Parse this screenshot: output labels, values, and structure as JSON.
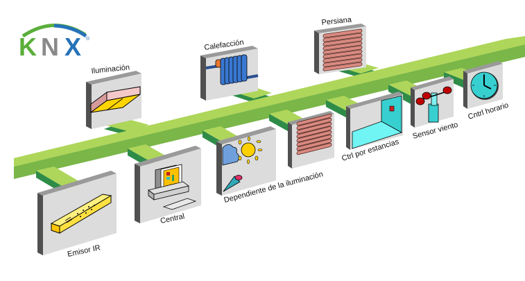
{
  "logo": {
    "letters": [
      "K",
      "N",
      "X"
    ],
    "registered": "®",
    "colors": {
      "green": "#5aae3a",
      "gray": "#8a8a8a",
      "blue": "#2572b8"
    }
  },
  "bus": {
    "colors": {
      "top": "#aed65a",
      "side": "#2e8c48",
      "mid": "#7ab648"
    }
  },
  "devices": {
    "iluminacion": {
      "label": "Iluminación",
      "icon": "ceiling-lamp-icon"
    },
    "calefaccion": {
      "label": "Calefacción",
      "icon": "radiator-icon"
    },
    "persiana": {
      "label": "Persiana",
      "icon": "blind-icon"
    },
    "emisor_ir": {
      "label": "Emisor IR",
      "icon": "ir-remote-icon"
    },
    "central": {
      "label": "Central",
      "icon": "computer-icon"
    },
    "dependiente": {
      "label": "Dependiente de la iluminación",
      "icon": "sun-cloud-icon"
    },
    "persiana2": {
      "label": "",
      "icon": "blind-icon"
    },
    "ctrl_estancias": {
      "label": "Ctrl  por estancias",
      "icon": "room-icon"
    },
    "sensor_viento": {
      "label": "Sensor viento",
      "icon": "anemometer-icon"
    },
    "cntrl_horario": {
      "label": "Cntrl horario",
      "icon": "clock-icon"
    }
  },
  "colors": {
    "panel_face": "#dcdcdc",
    "panel_top": "#9a9a9a",
    "panel_side": "#505050",
    "slat": "#d98a80",
    "radiator": "#3a78d0",
    "yellow": "#ffd400",
    "cyan": "#38cfd0"
  }
}
